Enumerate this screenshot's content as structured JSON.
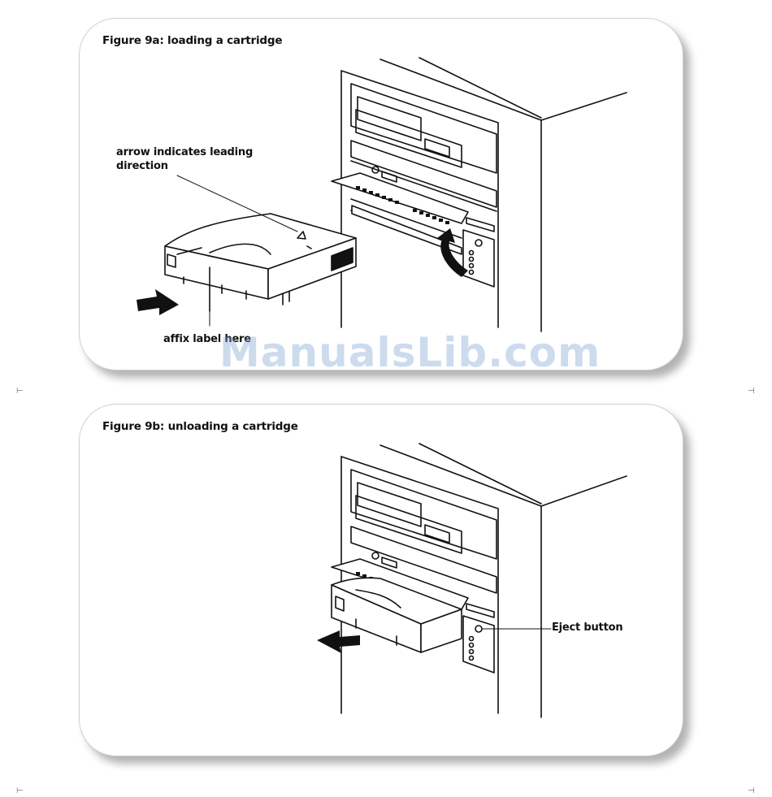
{
  "figure_a": {
    "title": "Figure 9a: loading a cartridge",
    "callout_arrow": "arrow indicates leading direction",
    "callout_label": "affix label here"
  },
  "figure_b": {
    "title": "Figure 9b: unloading a cartridge",
    "callout_eject": "Eject button"
  },
  "watermark": "ManualsLib.com"
}
